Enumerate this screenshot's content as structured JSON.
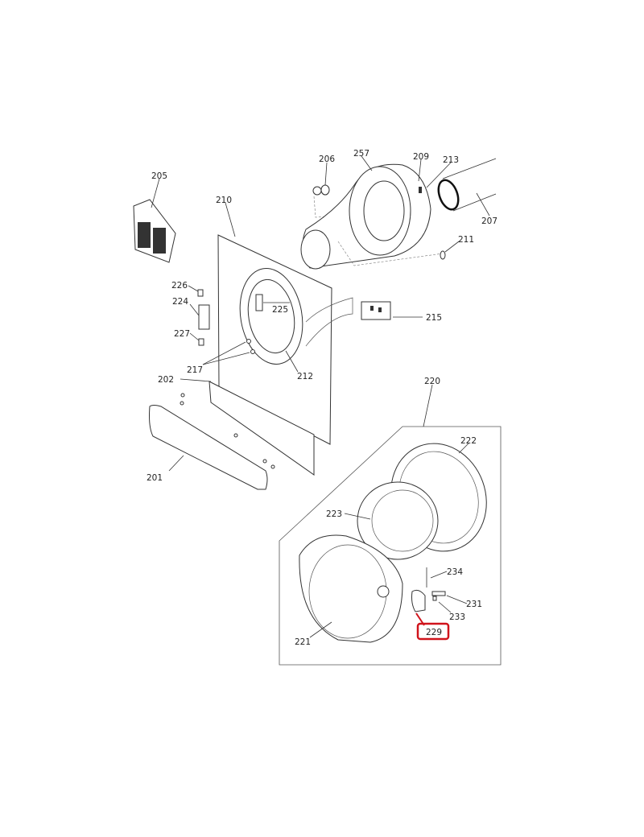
{
  "diagram": {
    "highlight_color": "#d0141c",
    "highlighted_part": "229",
    "parts": {
      "p201": "201",
      "p202": "202",
      "p205": "205",
      "p206": "206",
      "p207": "207",
      "p209": "209",
      "p210": "210",
      "p211": "211",
      "p212": "212",
      "p213": "213",
      "p215": "215",
      "p217": "217",
      "p220": "220",
      "p221": "221",
      "p222": "222",
      "p223": "223",
      "p224": "224",
      "p225": "225",
      "p226": "226",
      "p227": "227",
      "p229": "229",
      "p231": "231",
      "p233": "233",
      "p234": "234",
      "p257": "257"
    }
  }
}
